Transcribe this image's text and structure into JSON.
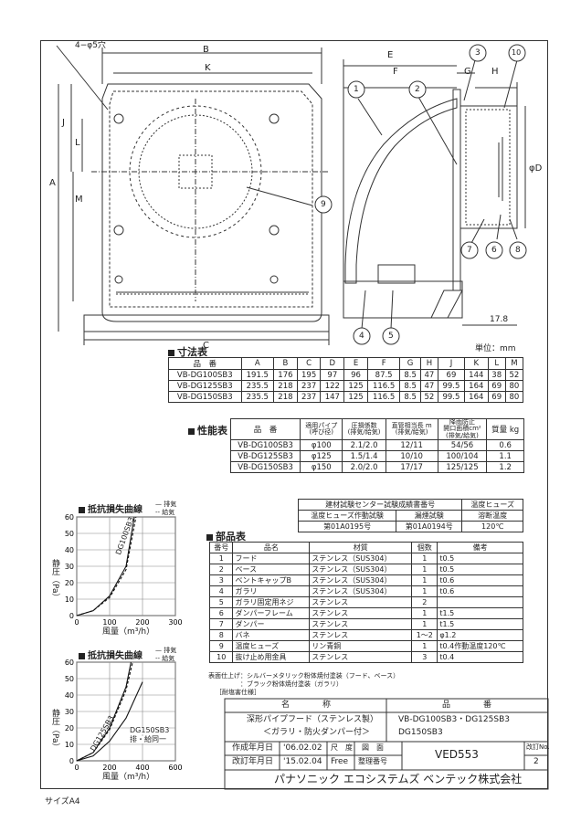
{
  "drawing_labels": {
    "hole": "4−φ5穴",
    "dim_B": "B",
    "dim_K": "K",
    "dim_C": "C",
    "dim_A": "A",
    "dim_J": "J",
    "dim_L": "L",
    "dim_M": "M",
    "dim_E": "E",
    "dim_F": "F",
    "dim_G": "G",
    "dim_H": "H",
    "dim_phiD": "φD",
    "dim_178": "17.8",
    "callouts": [
      "1",
      "2",
      "3",
      "4",
      "5",
      "6",
      "7",
      "8",
      "9",
      "10"
    ]
  },
  "dimension_table": {
    "title": "寸法表",
    "unit": "単位：mm",
    "headers": [
      "品　番",
      "A",
      "B",
      "C",
      "D",
      "E",
      "F",
      "G",
      "H",
      "J",
      "K",
      "L",
      "M"
    ],
    "rows": [
      [
        "VB-DG100SB3",
        "191.5",
        "176",
        "195",
        "97",
        "96",
        "87.5",
        "8.5",
        "47",
        "69",
        "144",
        "38",
        "52"
      ],
      [
        "VB-DG125SB3",
        "235.5",
        "218",
        "237",
        "122",
        "125",
        "116.5",
        "8.5",
        "47",
        "99.5",
        "164",
        "69",
        "80"
      ],
      [
        "VB-DG150SB3",
        "235.5",
        "218",
        "237",
        "147",
        "125",
        "116.5",
        "8.5",
        "52",
        "99.5",
        "164",
        "69",
        "80"
      ]
    ]
  },
  "performance_table": {
    "title": "性能表",
    "headers": [
      "品　番",
      "適用パイプ\n(呼び径)",
      "圧損係数\n(排気/給気)",
      "直管相当長 m\n(排気/給気)",
      "降雨防止\n開口面積cm²\n(排気/給気)",
      "質量 kg"
    ],
    "rows": [
      [
        "VB-DG100SB3",
        "φ100",
        "2.1/2.0",
        "12/11",
        "54/56",
        "0.6"
      ],
      [
        "VB-DG125SB3",
        "φ125",
        "1.5/1.4",
        "10/10",
        "100/104",
        "1.1"
      ],
      [
        "VB-DG150SB3",
        "φ150",
        "2.0/2.0",
        "17/17",
        "125/125",
        "1.2"
      ]
    ]
  },
  "cert_table": {
    "header1": "建材試験センター試験成績書番号",
    "header2": "温度ヒューズ",
    "sub1": "温度ヒューズ作動試験",
    "sub2": "漏煙試験",
    "sub3": "溶断温度",
    "val1": "第01A0195号",
    "val2": "第01A0194号",
    "val3": "120℃"
  },
  "parts_table": {
    "title": "部品表",
    "headers": [
      "番号",
      "品名",
      "材質",
      "個数",
      "備考"
    ],
    "rows": [
      [
        "1",
        "フード",
        "ステンレス（SUS304）",
        "1",
        "t0.5"
      ],
      [
        "2",
        "ベース",
        "ステンレス（SUS304）",
        "1",
        "t0.5"
      ],
      [
        "3",
        "ベントキャップB",
        "ステンレス（SUS304）",
        "1",
        "t0.6"
      ],
      [
        "4",
        "ガラリ",
        "ステンレス（SUS304）",
        "1",
        "t0.6"
      ],
      [
        "5",
        "ガラリ固定用ネジ",
        "ステンレス",
        "2",
        ""
      ],
      [
        "6",
        "ダンパーフレーム",
        "ステンレス",
        "1",
        "t1.5"
      ],
      [
        "7",
        "ダンパー",
        "ステンレス",
        "1",
        "t1.5"
      ],
      [
        "8",
        "バネ",
        "ステンレス",
        "1〜2",
        "φ1.2"
      ],
      [
        "9",
        "温度ヒューズ",
        "リン青銅",
        "1",
        "t0.4作動温度120℃"
      ],
      [
        "10",
        "抜け止め用金具",
        "ステンレス",
        "3",
        "t0.4"
      ]
    ],
    "note1": "表面仕上げ：シルバーメタリック粉体焼付塗装（フード、ベース）",
    "note2": "　　　　　：ブラック粉体焼付塗装（ガラリ）",
    "note3": "［耐塩害仕様］"
  },
  "chart1": {
    "title": "抵抗損失曲線",
    "legend_exhaust": "排気",
    "legend_supply": "給気",
    "ylabel": "静圧（Pa）",
    "xlabel": "風量（m³/h）",
    "curve_label": "DG100SB3"
  },
  "chart2": {
    "title": "抵抗損失曲線",
    "legend_exhaust": "排気",
    "legend_supply": "給気",
    "ylabel": "静圧（Pa）",
    "xlabel": "風量（m³/h）",
    "curve_label_a": "DG125SB3",
    "curve_label_b": "DG150SB3",
    "curve_label_b2": "排・給同一"
  },
  "chart_data": [
    {
      "type": "line",
      "title": "抵抗損失曲線",
      "xlabel": "風量（m³/h）",
      "ylabel": "静圧（Pa）",
      "xlim": [
        0,
        300
      ],
      "ylim": [
        0,
        60
      ],
      "x_ticks": [
        0,
        100,
        200,
        300
      ],
      "y_ticks": [
        0,
        10,
        20,
        30,
        40,
        50,
        60
      ],
      "grid": true,
      "series": [
        {
          "name": "排気",
          "x": [
            0,
            50,
            100,
            150,
            175
          ],
          "y": [
            0,
            3,
            12,
            30,
            60
          ]
        },
        {
          "name": "給気",
          "x": [
            0,
            50,
            100,
            150,
            180
          ],
          "y": [
            0,
            3,
            11,
            28,
            60
          ]
        }
      ]
    },
    {
      "type": "line",
      "title": "抵抗損失曲線",
      "xlabel": "風量（m³/h）",
      "ylabel": "静圧（Pa）",
      "xlim": [
        0,
        600
      ],
      "ylim": [
        0,
        60
      ],
      "x_ticks": [
        0,
        200,
        400,
        600
      ],
      "y_ticks": [
        0,
        10,
        20,
        30,
        40,
        50,
        60
      ],
      "grid": true,
      "series": [
        {
          "name": "排気",
          "x": [
            0,
            100,
            200,
            300,
            330
          ],
          "y": [
            0,
            5,
            20,
            45,
            60
          ]
        },
        {
          "name": "給気",
          "x": [
            0,
            100,
            200,
            300,
            340
          ],
          "y": [
            0,
            5,
            19,
            43,
            60
          ]
        },
        {
          "name": "排・給同一",
          "x": [
            0,
            100,
            200,
            300,
            400
          ],
          "y": [
            0,
            3,
            12,
            26,
            48
          ]
        }
      ]
    }
  ],
  "title_block": {
    "name_header": "名　　　　称",
    "number_header": "品　　　　番",
    "name": "深形パイプフード（ステンレス製）",
    "name_sub": "＜ガラリ・防火ダンパー付＞",
    "number": "VB-DG100SB3・DG125SB3",
    "number2": "DG150SB3",
    "created_label": "作成年月日",
    "created": "'06.02.02",
    "scale_label": "尺　度",
    "revised_label": "改訂年月日",
    "revised": "'15.02.04",
    "scale": "Free",
    "doc_num_label": "整理番号",
    "drawing_label": "図　面",
    "drawing_number": "VED553",
    "rev_label": "改訂No.",
    "rev": "2",
    "company": "パナソニック エコシステムズ ベンテック株式会社"
  },
  "paper_size": "サイズA4"
}
